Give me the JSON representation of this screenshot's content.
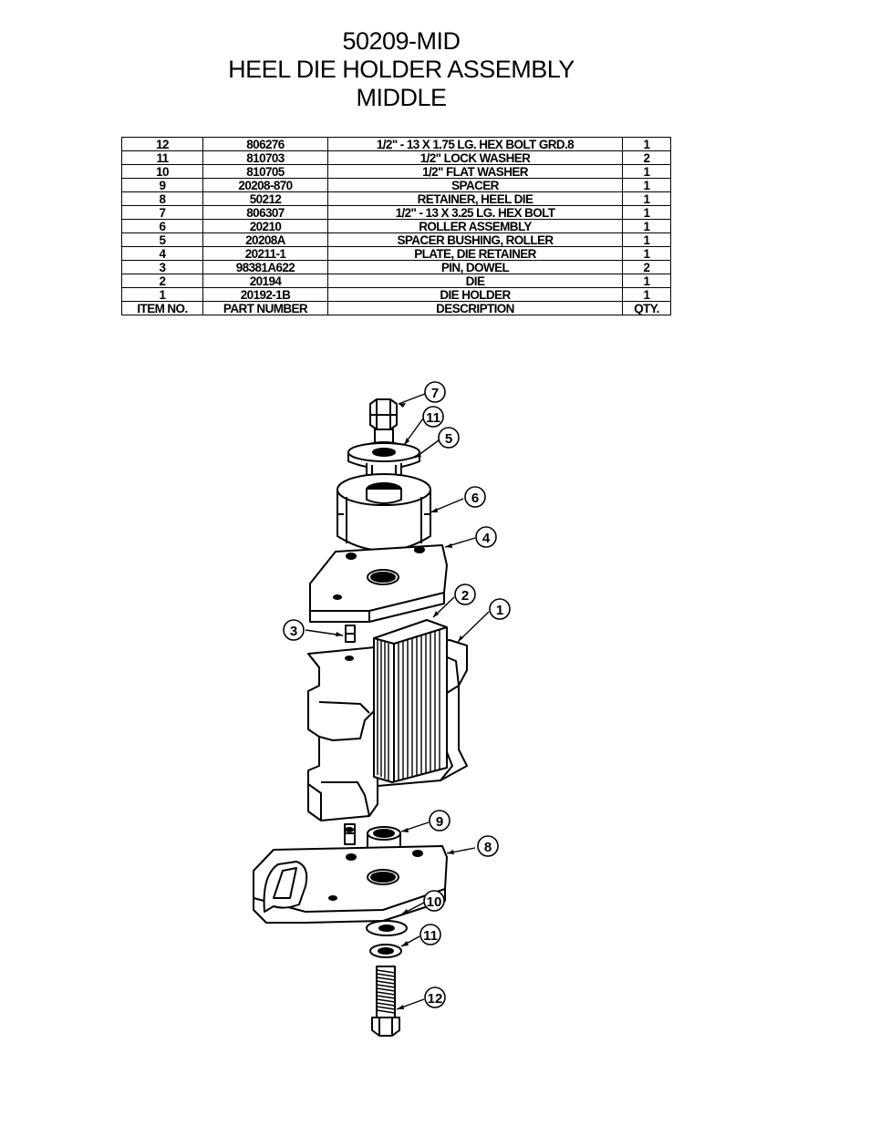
{
  "title": {
    "line1": "50209-MID",
    "line2": "HEEL DIE HOLDER ASSEMBLY",
    "line3": "MIDDLE"
  },
  "bom": {
    "rows": [
      {
        "item": "12",
        "part": "806276",
        "desc": "1/2\" - 13 X 1.75 LG. HEX BOLT GRD.8",
        "qty": "1"
      },
      {
        "item": "11",
        "part": "810703",
        "desc": "1/2\" LOCK WASHER",
        "qty": "2"
      },
      {
        "item": "10",
        "part": "810705",
        "desc": "1/2\" FLAT WASHER",
        "qty": "1"
      },
      {
        "item": "9",
        "part": "20208-870",
        "desc": "SPACER",
        "qty": "1"
      },
      {
        "item": "8",
        "part": "50212",
        "desc": "RETAINER, HEEL DIE",
        "qty": "1"
      },
      {
        "item": "7",
        "part": "806307",
        "desc": "1/2\" - 13  X  3.25 LG. HEX BOLT",
        "qty": "1"
      },
      {
        "item": "6",
        "part": "20210",
        "desc": "ROLLER ASSEMBLY",
        "qty": "1"
      },
      {
        "item": "5",
        "part": "20208A",
        "desc": "SPACER BUSHING, ROLLER",
        "qty": "1"
      },
      {
        "item": "4",
        "part": "20211-1",
        "desc": "PLATE, DIE RETAINER",
        "qty": "1"
      },
      {
        "item": "3",
        "part": "98381A622",
        "desc": "PIN, DOWEL",
        "qty": "2"
      },
      {
        "item": "2",
        "part": "20194",
        "desc": "DIE",
        "qty": "1"
      },
      {
        "item": "1",
        "part": "20192-1B",
        "desc": "DIE HOLDER",
        "qty": "1"
      }
    ],
    "header": {
      "item": "ITEM NO.",
      "part": "PART NUMBER",
      "desc": "DESCRIPTION",
      "qty": "QTY."
    }
  },
  "balloons": {
    "b7": "7",
    "b11a": "11",
    "b5": "5",
    "b6": "6",
    "b4": "4",
    "b2": "2",
    "b1": "1",
    "b3": "3",
    "b9": "9",
    "b8": "8",
    "b10": "10",
    "b11b": "11",
    "b12": "12"
  }
}
